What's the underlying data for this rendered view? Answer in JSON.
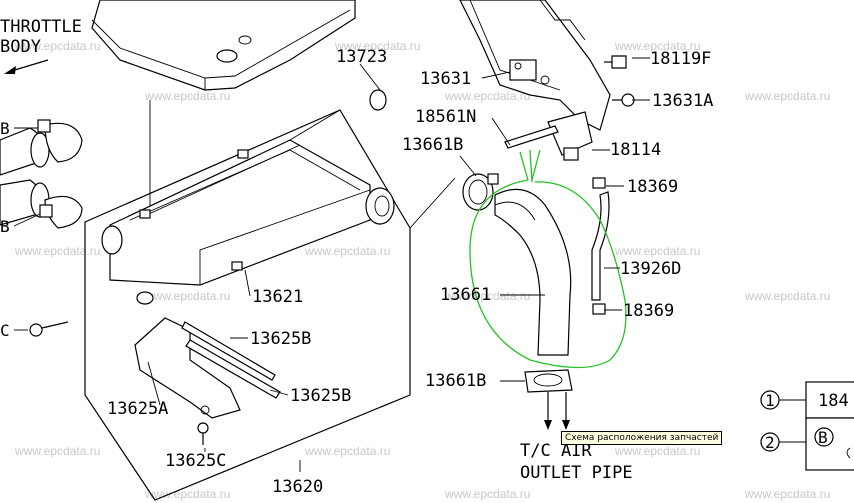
{
  "diagram": {
    "top_left_label_line1": "THROTTLE",
    "top_left_label_line2": "BODY",
    "ref_b_upper": "B",
    "ref_b_lower": "B",
    "ref_c": "C",
    "outlet_label_line1": "T/C AIR",
    "outlet_label_line2": "OUTLET PIPE",
    "parts": {
      "p13723": "13723",
      "p13631": "13631",
      "p18119f": "18119F",
      "p13631a": "13631A",
      "p18561n": "18561N",
      "p13661b_top": "13661B",
      "p18114": "18114",
      "p18369_top": "18369",
      "p13926d": "13926D",
      "p13661": "13661",
      "p18369_bottom": "18369",
      "p13621": "13621",
      "p13625b_top": "13625B",
      "p13625b_bottom": "13625B",
      "p13625a": "13625A",
      "p13661b_bottom": "13661B",
      "p13625c": "13625C",
      "p13620": "13620"
    },
    "legend": {
      "row1_index": "1",
      "row1_value": "184",
      "row2_index": "2",
      "row2_ref": "B"
    },
    "watermark": "www.epcdata.ru",
    "accent_color": "#22c322"
  },
  "tooltip": {
    "text": "Схема расположения запчастей"
  }
}
